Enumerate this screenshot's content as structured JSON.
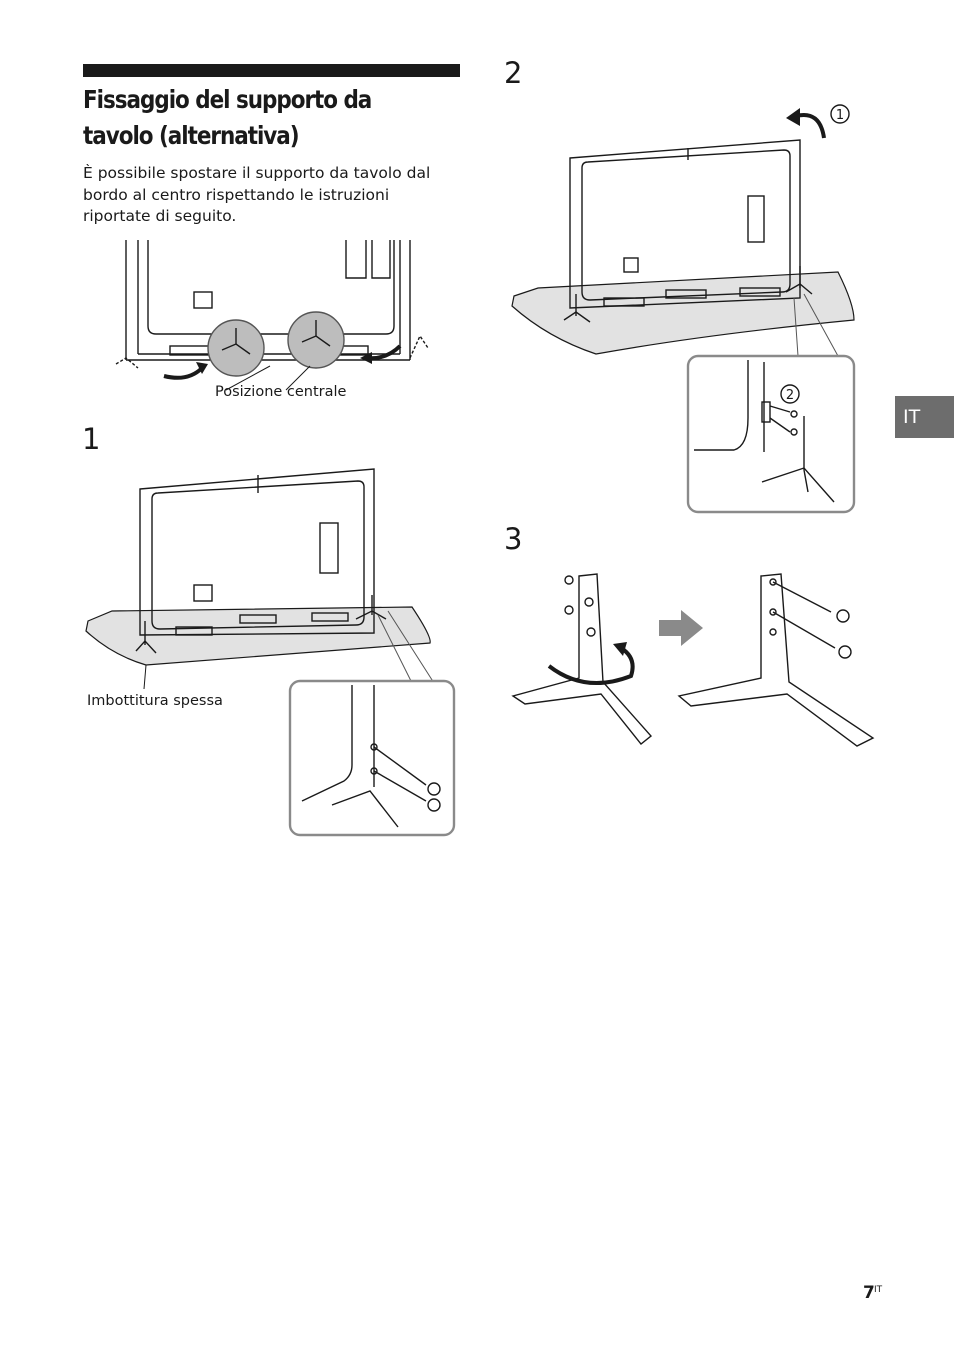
{
  "section": {
    "title": "Fissaggio del supporto da tavolo (alternativa)",
    "title_line1": "Fissaggio del supporto da",
    "title_line2": "tavolo (alternativa)",
    "intro": "È possibile spostare il supporto da tavolo dal bordo al centro rispettando le istruzioni riportate di seguito."
  },
  "overview_figure": {
    "label": "Posizione centrale"
  },
  "steps": [
    {
      "number": "1",
      "label": "Imbottitura spessa"
    },
    {
      "number": "2",
      "callouts": [
        "1",
        "2"
      ]
    },
    {
      "number": "3"
    }
  ],
  "language_tab": "IT",
  "footer": {
    "page_number": "7",
    "page_suffix": "IT"
  },
  "colors": {
    "text": "#1a1a1a",
    "tab": "#6d6d6d",
    "highlight": "#bdbdbd",
    "table": "#e2e2e2",
    "arrow": "#8a8a8a"
  }
}
